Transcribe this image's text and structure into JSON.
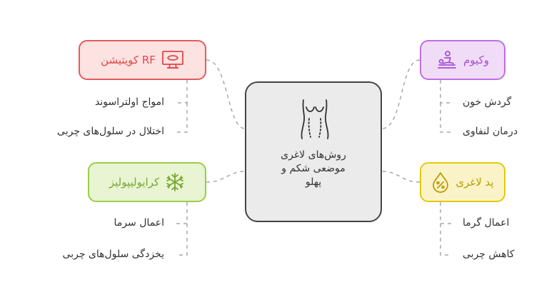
{
  "center": {
    "lines": [
      "روش‌های لاغری",
      "موضعی شکم و",
      "پهلو"
    ],
    "icon": "torso-icon"
  },
  "categories": {
    "rf": {
      "label": "RF کویتیشن",
      "icon": "monitor-device-icon",
      "color": "#e05d5d",
      "items": [
        "امواج اولتراسوند",
        "اختلال در سلول‌های چربی"
      ]
    },
    "cryo": {
      "label": "کرایولیپولیز",
      "icon": "snowflake-icon",
      "color": "#9ccc48",
      "items": [
        "اعمال سرما",
        "یخزدگی سلول‌های چربی"
      ]
    },
    "vacuum": {
      "label": "وکیوم",
      "icon": "massage-icon",
      "color": "#be6ee4",
      "items": [
        "گردش خون",
        "درمان لنفاوی"
      ]
    },
    "pad": {
      "label": "پد لاغری",
      "icon": "percent-drop-icon",
      "color": "#e2c90e",
      "items": [
        "اعمال گرما",
        "کاهش چربی"
      ]
    }
  }
}
